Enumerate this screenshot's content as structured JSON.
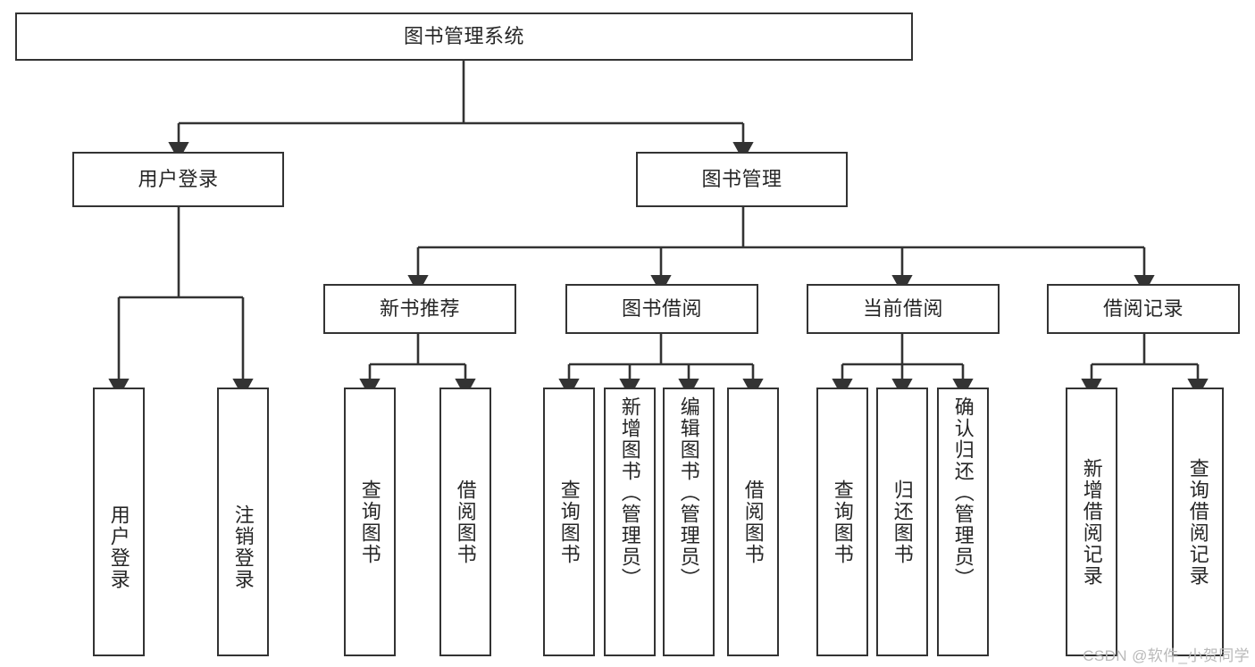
{
  "diagram": {
    "title": "图书管理系统",
    "type": "tree",
    "orientation": "top-down",
    "colors": {
      "box_border": "#333333",
      "box_fill": "#ffffff",
      "edge": "#333333",
      "text": "#262626",
      "background": "#ffffff",
      "watermark": "#b9b9b9"
    }
  },
  "root": {
    "id": "root",
    "label": "图书管理系统"
  },
  "level2": [
    {
      "id": "user-login",
      "label": "用户登录"
    },
    {
      "id": "book-manage",
      "label": "图书管理"
    }
  ],
  "level3": [
    {
      "id": "new-book-recommend",
      "label": "新书推荐"
    },
    {
      "id": "book-borrow",
      "label": "图书借阅"
    },
    {
      "id": "current-borrow",
      "label": "当前借阅"
    },
    {
      "id": "borrow-record",
      "label": "借阅记录"
    }
  ],
  "leaves": {
    "user_login": [
      {
        "id": "leaf-user-login",
        "label": "用户登录"
      },
      {
        "id": "leaf-logout-login",
        "label": "注销登录"
      }
    ],
    "new_book_recommend": [
      {
        "id": "leaf-query-book-1",
        "label": "查询图书"
      },
      {
        "id": "leaf-borrow-book-1",
        "label": "借阅图书"
      }
    ],
    "book_borrow": [
      {
        "id": "leaf-query-book-2",
        "label": "查询图书"
      },
      {
        "id": "leaf-add-book",
        "label": "新增图书（管理员）"
      },
      {
        "id": "leaf-edit-book",
        "label": "编辑图书（管理员）"
      },
      {
        "id": "leaf-borrow-book-2",
        "label": "借阅图书"
      }
    ],
    "current_borrow": [
      {
        "id": "leaf-query-book-3",
        "label": "查询图书"
      },
      {
        "id": "leaf-return-book",
        "label": "归还图书"
      },
      {
        "id": "leaf-confirm-return",
        "label": "确认归还（管理员）"
      }
    ],
    "borrow_record": [
      {
        "id": "leaf-add-record",
        "label": "新增借阅记录"
      },
      {
        "id": "leaf-query-record",
        "label": "查询借阅记录"
      }
    ]
  },
  "watermark": {
    "text": "CSDN @软件_小贺同学"
  }
}
